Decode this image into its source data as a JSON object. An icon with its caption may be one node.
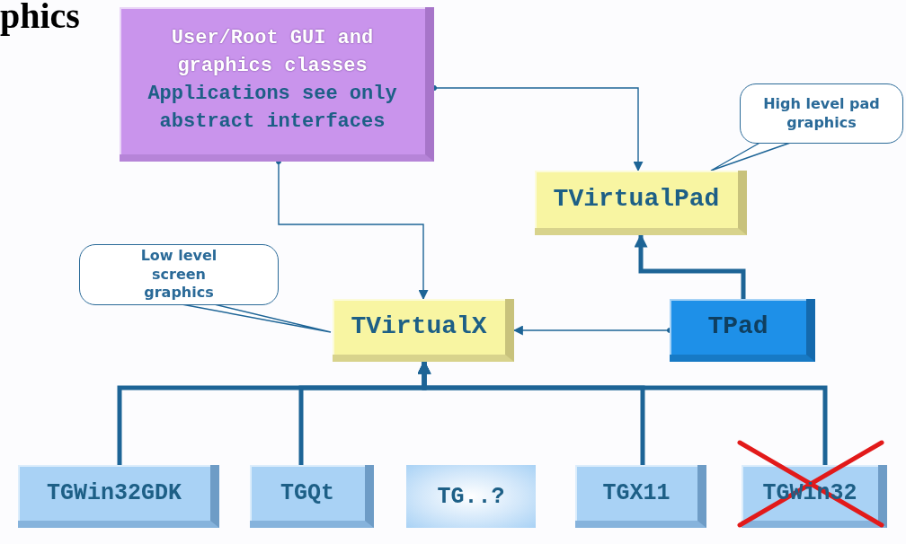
{
  "diagram": {
    "title": "phics",
    "nodes": [
      {
        "text": [
          "User/Root GUI and graphics classes",
          "Applications see only abstract interfaces"
        ]
      },
      {
        "text": [
          "High level pad graphics"
        ]
      },
      {
        "text": [
          "TVirtualPad"
        ]
      },
      {
        "text": [
          "Low level screen graphics"
        ]
      },
      {
        "text": [
          "TVirtualX"
        ]
      },
      {
        "text": [
          "TPad"
        ]
      },
      {
        "text": [
          "TGWin32GDK"
        ]
      },
      {
        "text": [
          "TGQt"
        ]
      },
      {
        "text": [
          "TG..?"
        ]
      },
      {
        "text": [
          "TGX11"
        ]
      },
      {
        "text": [
          "TGWin32"
        ]
      }
    ],
    "edges": [
      {
        "from": 0,
        "to": 2,
        "arrow": "to"
      },
      {
        "from": 0,
        "to": 4,
        "arrow": "to"
      },
      {
        "from": 1,
        "to": 2,
        "arrow": "none"
      },
      {
        "from": 3,
        "to": 4,
        "arrow": "none"
      },
      {
        "from": 5,
        "to": 4,
        "arrow": "to"
      },
      {
        "from": 5,
        "to": 2,
        "arrow": "to"
      },
      {
        "from": 6,
        "to": 4,
        "arrow": "to"
      },
      {
        "from": 7,
        "to": 4,
        "arrow": "to"
      },
      {
        "from": 9,
        "to": 4,
        "arrow": "to"
      },
      {
        "from": 10,
        "to": 4,
        "arrow": "to"
      }
    ]
  }
}
